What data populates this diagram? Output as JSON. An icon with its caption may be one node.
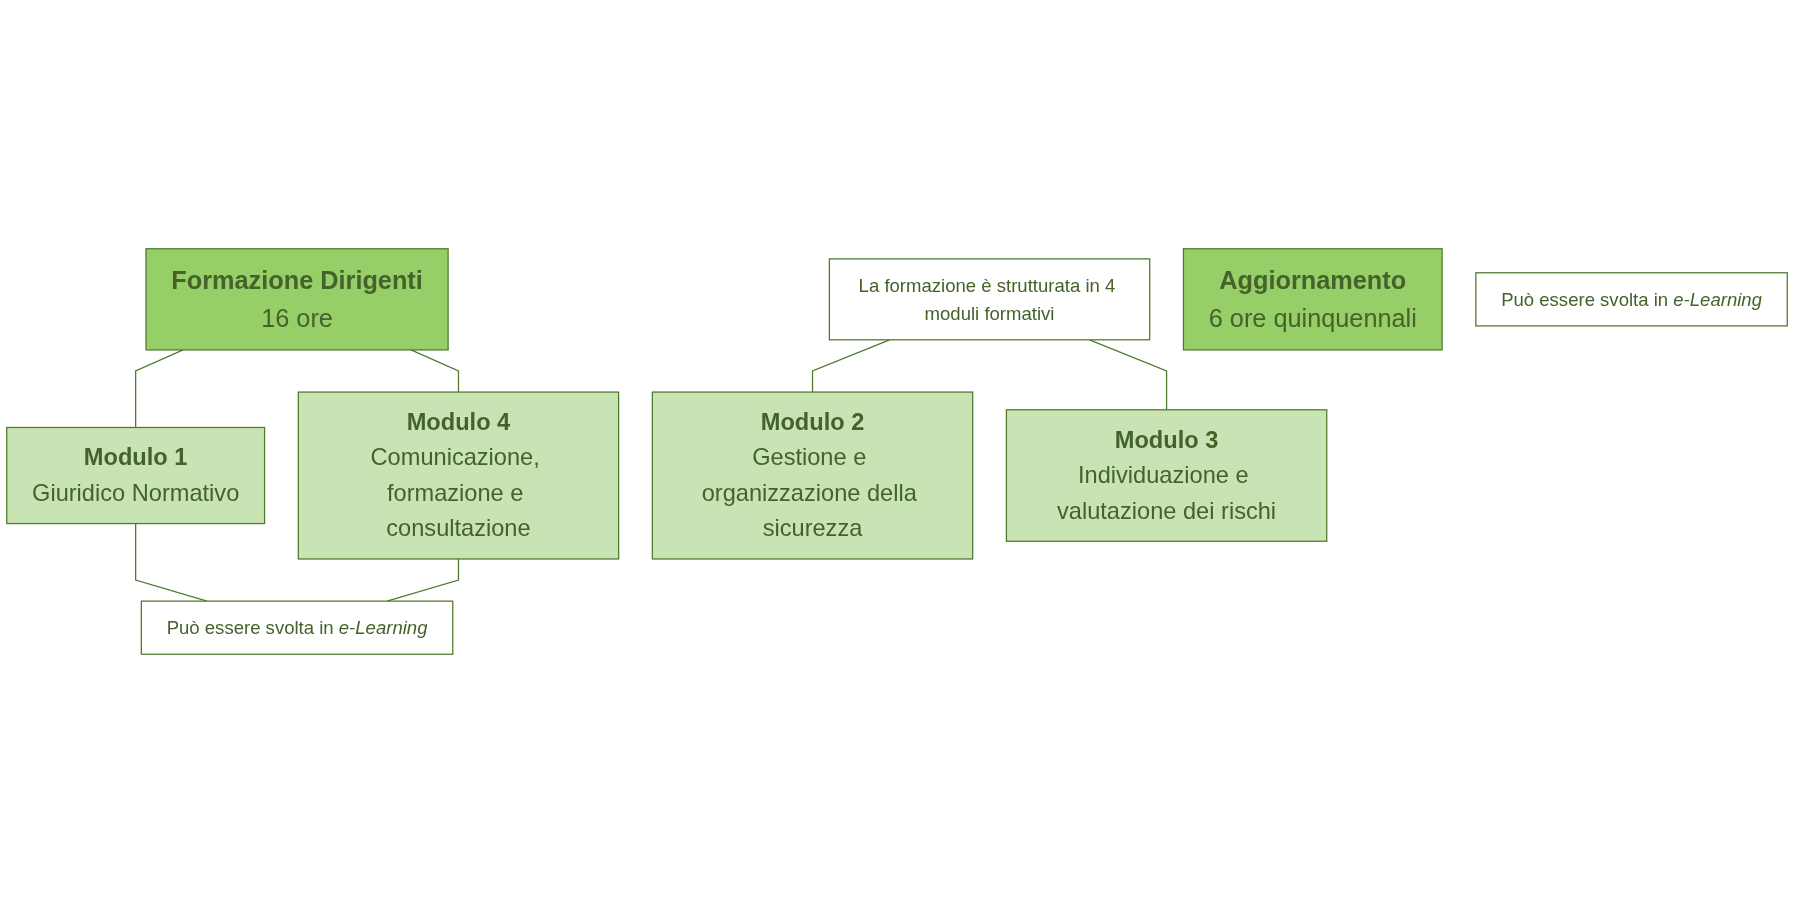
{
  "diagram": {
    "nodes": [
      {
        "text": [
          "Formazione Dirigenti",
          "16 ore"
        ]
      },
      {
        "text": [
          "La formazione è strutturata in 4 moduli formativi"
        ]
      },
      {
        "text": [
          "Modulo 1",
          "Giuridico Normativo"
        ]
      },
      {
        "text": [
          "Modulo 2",
          "Gestione e organizzazione della sicurezza"
        ]
      },
      {
        "text": [
          "Modulo 3",
          "Individuazione e valutazione dei rischi"
        ]
      },
      {
        "text": [
          "Modulo 4",
          "Comunicazione, formazione e consultazione"
        ]
      },
      {
        "text": [
          "Può essere svolta in *e-Learning*"
        ]
      },
      {
        "text": [
          "Aggiornamento",
          "6 ore quinquennali"
        ]
      },
      {
        "text": [
          "Può essere svolta in *e-Learning*"
        ]
      }
    ],
    "edges": [
      {
        "from": 0,
        "to": 2,
        "arrow": "none"
      },
      {
        "from": 1,
        "to": 3,
        "arrow": "none"
      },
      {
        "from": 1,
        "to": 4,
        "arrow": "none"
      },
      {
        "from": 0,
        "to": 5,
        "arrow": "none"
      },
      {
        "from": 2,
        "to": 6,
        "arrow": "none"
      },
      {
        "from": 5,
        "to": 6,
        "arrow": "none"
      }
    ]
  }
}
